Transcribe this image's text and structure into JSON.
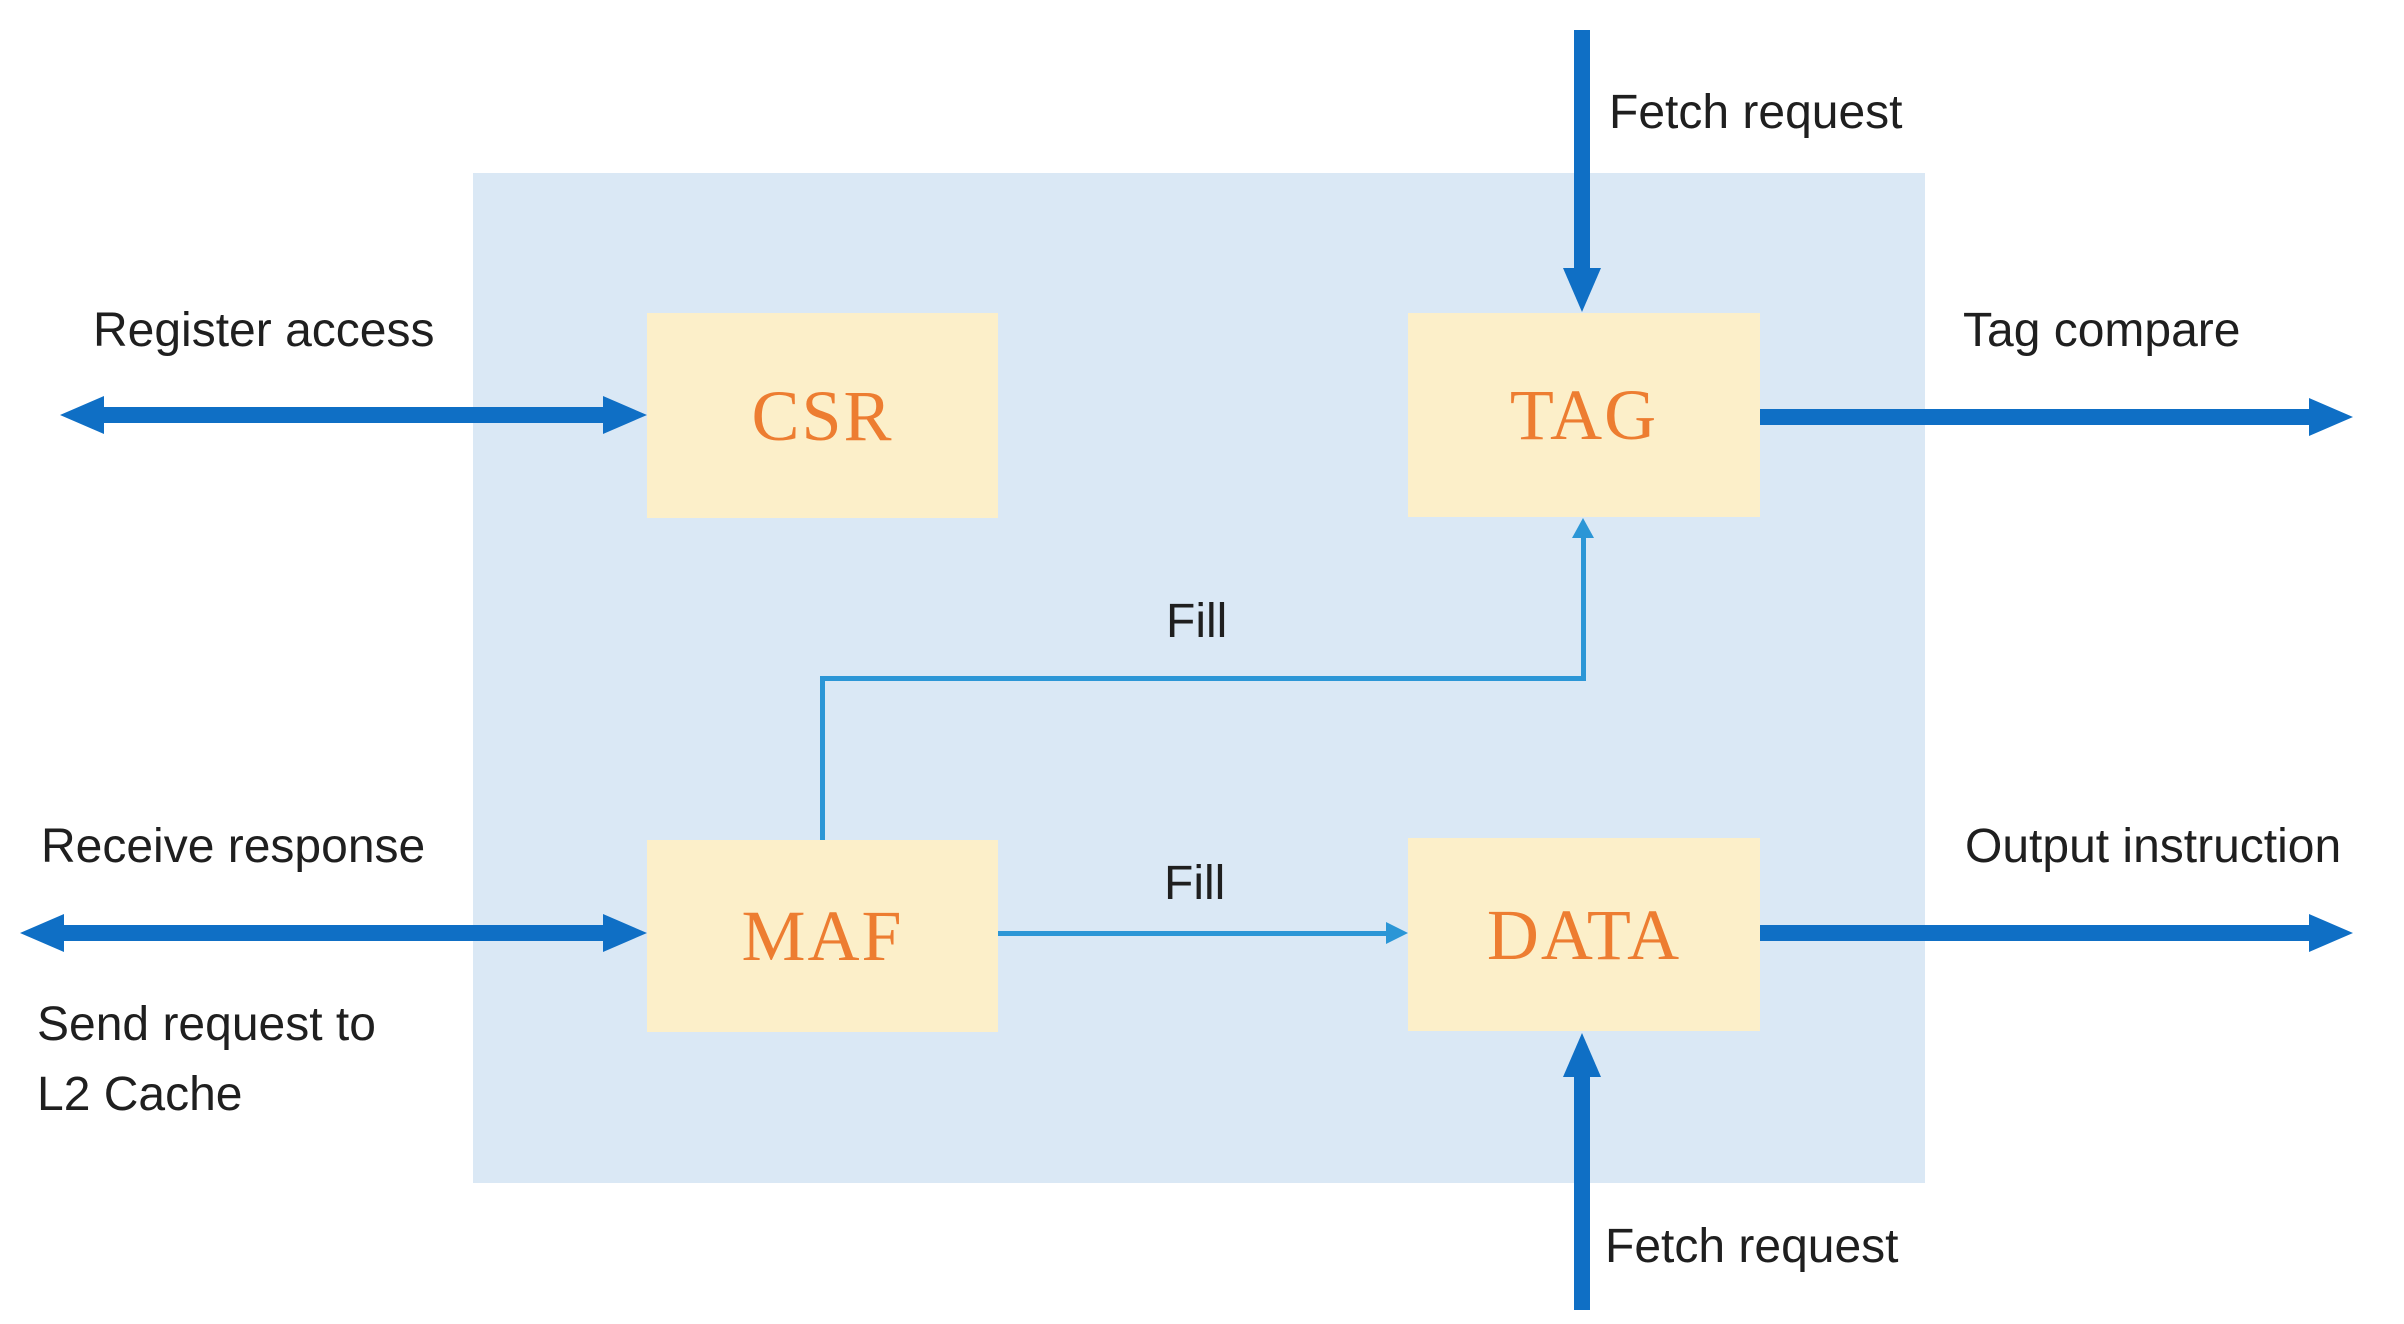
{
  "diagram": {
    "blocks": {
      "csr": {
        "label": "CSR"
      },
      "tag": {
        "label": "TAG"
      },
      "maf": {
        "label": "MAF"
      },
      "data": {
        "label": "DATA"
      }
    },
    "labels": {
      "fetch_request_top": "Fetch request",
      "register_access": "Register access",
      "tag_compare": "Tag compare",
      "receive_response": "Receive response",
      "send_request_line1": "Send request to",
      "send_request_line2": "L2 Cache",
      "output_instruction": "Output instruction",
      "fetch_request_bottom": "Fetch request",
      "fill_upper": "Fill",
      "fill_lower": "Fill"
    },
    "colors": {
      "container-bg": "#DAE8F5",
      "box-bg": "#FCEFC9",
      "arrow-blue": "#0F6FC5",
      "thin-blue": "#2B96D6",
      "accent-orange": "#ED7D31",
      "label-color": "#1F1F1F",
      "page-bg": "#FFFFFF"
    }
  }
}
